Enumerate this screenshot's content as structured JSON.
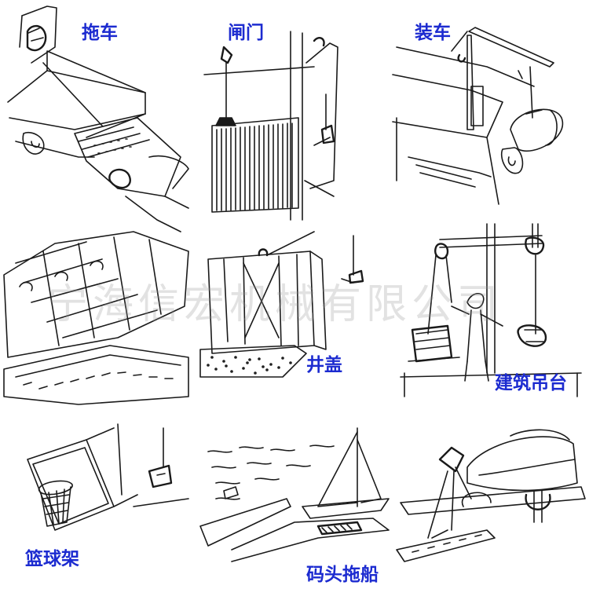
{
  "labels": {
    "tow_truck": "拖车",
    "sluice_gate": "闸门",
    "loading": "装车",
    "manhole_cover": "井盖",
    "construction_hoist": "建筑吊台",
    "basketball_stand": "篮球架",
    "dock_boat_tow": "码头拖船"
  },
  "watermark": "宁海信宏机械有限公司"
}
